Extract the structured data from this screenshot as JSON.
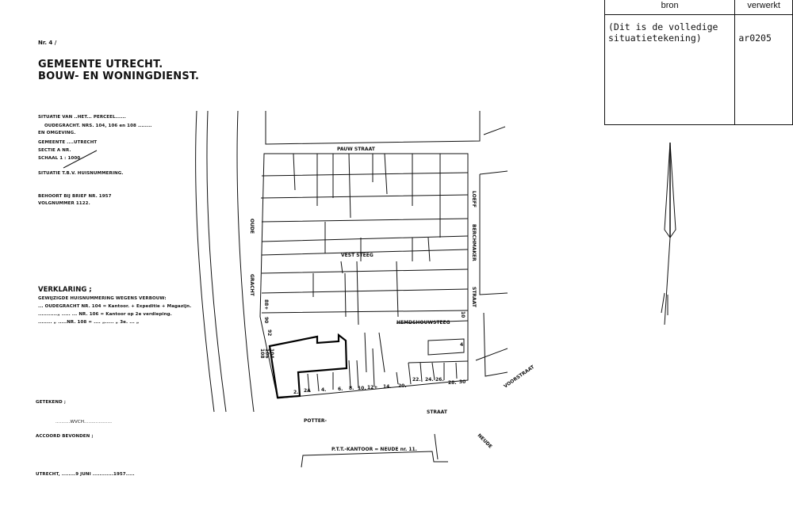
{
  "header": {
    "nr_label": "Nr. 4 /",
    "title_line1": "GEMEENTE UTRECHT.",
    "title_line2": "BOUW- EN WONINGDIENST."
  },
  "situatie": {
    "line1": "SITUATIE    VAN ..HET... PERCEEL......",
    "line2": "OUDEGRACHT. NRS. 104, 106  en 108 ........",
    "line3": "EN OMGEVING.",
    "gemeente": "GEMEENTE ....UTRECHT",
    "sectie": "SECTIE       A          NR.",
    "schaal": "SCHAAL      1 : 1000",
    "purpose": "SITUATIE T.B.V. HUISNUMMERING.",
    "behoort": "BEHOORT BIJ BRIEF NR.                    1957",
    "volgnummer": "VOLGNUMMER 1122."
  },
  "verklaring": {
    "title": "VERKLARING ;",
    "line1": "GEWIJZIGDE  HUISNUMMERING  WEGENS  VERBOUW:",
    "line2": "... OUDEGRACHT  NR. 104 = Kantoor. + Expeditie + Magazijn.",
    "line3": "...........„ ..... ... NR. 106 = Kantoor  op  2e  verdieping.",
    "line4": "........ „        .....NR. 108 = .... „..... „  3e. ... „"
  },
  "signatures": {
    "getekend_label": "GETEKEND ;",
    "getekend_value": "..........WVCH...................",
    "accoord_label": "ACCOORD BEVONDEN ;",
    "place_date": "UTRECHT, ........9   JUNI   ............1957....."
  },
  "archive_table": {
    "col1_header": "bron",
    "col2_header": "verwerkt",
    "col1_value_line1": "(Dit is de volledige",
    "col1_value_line2": "situatietekening)",
    "col2_value": "ar0205"
  },
  "map": {
    "streets": {
      "pauw_straat": "PAUW   STRAAT",
      "oude": "OUDE",
      "gracht": "GRACHT",
      "loeff": "LOEFF",
      "berchmaker": "BERCHMAKER",
      "straat_right": "STRAAT",
      "vest_steeg": "VEST  STEEG",
      "hemdshouwsteeg": "HEMDSHOUWSTEEG",
      "potter": "POTTER-",
      "straat_bottom": "STRAAT",
      "voorstraat": "VOORSTRAAT",
      "neude": "NEUDE",
      "ptt": "P.T.T.-KANTOOR = NEUDE  nr. 11."
    },
    "house_numbers": [
      "2.",
      "2A",
      "4.",
      "6.",
      "8.",
      "10.",
      "12+",
      "14.",
      "20.",
      "22.",
      "24.",
      "26.",
      "28.",
      "30"
    ],
    "gracht_numbers": [
      "88+",
      "90",
      "92",
      "104",
      "106",
      "108"
    ],
    "other_numbers": [
      "10",
      "4"
    ]
  }
}
